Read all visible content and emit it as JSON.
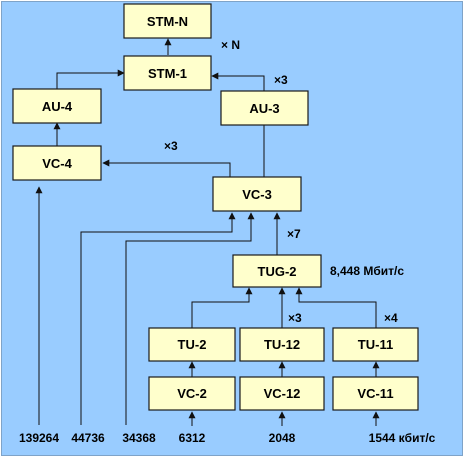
{
  "boxes": {
    "stm_n": "STM-N",
    "stm_1": "STM-1",
    "au_4": "AU-4",
    "au_3": "AU-3",
    "vc_4": "VC-4",
    "vc_3": "VC-3",
    "tug_2": "TUG-2",
    "tu_2": "TU-2",
    "tu_12": "TU-12",
    "tu_11": "TU-11",
    "vc_2": "VC-2",
    "vc_12": "VC-12",
    "vc_11": "VC-11"
  },
  "multipliers": {
    "stm_n": "× N",
    "au_3": "×3",
    "vc_4": "×3",
    "tug_2_to_vc_3": "×7",
    "tu_12": "×3",
    "tu_11": "×4"
  },
  "tug_2_rate": "8,448 Мбит/с",
  "input_rates": {
    "r139264": "139264",
    "r44736": "44736",
    "r34368": "34368",
    "r6312": "6312",
    "r2048": "2048",
    "r1544": "1544 кбит/с"
  }
}
